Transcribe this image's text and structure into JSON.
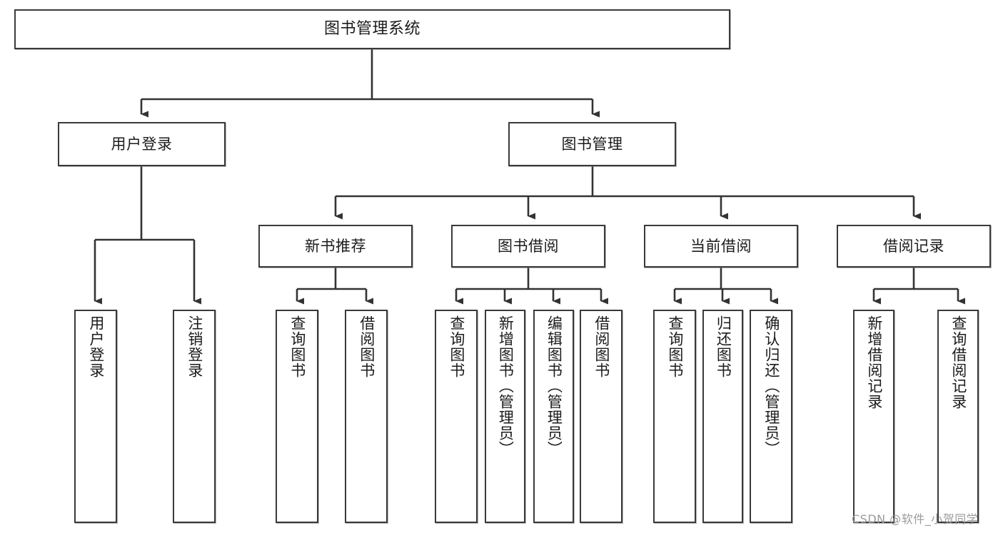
{
  "diagram": {
    "type": "tree-hierarchy-chart",
    "title": "图书管理系统",
    "watermark": "CSDN @软件_小贺同学",
    "colors": {
      "box_border": "#3a3a3a",
      "box_fill": "#ffffff",
      "connector": "#333333",
      "text": "#1b1b1b",
      "watermark": "#9a9a9a",
      "background": "#ffffff"
    },
    "nodes": {
      "root": {
        "label": "图书管理系统"
      },
      "level2": [
        {
          "label": "用户登录"
        },
        {
          "label": "图书管理"
        }
      ],
      "level3": [
        {
          "label": "新书推荐"
        },
        {
          "label": "图书借阅"
        },
        {
          "label": "当前借阅"
        },
        {
          "label": "借阅记录"
        }
      ],
      "leaves": {
        "user_login": [
          {
            "label": "用户登录"
          },
          {
            "label": "注销登录"
          }
        ],
        "new_book_recommend": [
          {
            "label": "查询图书"
          },
          {
            "label": "借阅图书"
          }
        ],
        "book_borrow": [
          {
            "label": "查询图书"
          },
          {
            "label": "新增图书（管理员）"
          },
          {
            "label": "编辑图书（管理员）"
          },
          {
            "label": "借阅图书"
          }
        ],
        "current_borrow": [
          {
            "label": "查询图书"
          },
          {
            "label": "归还图书"
          },
          {
            "label": "确认归还（管理员）"
          }
        ],
        "borrow_record": [
          {
            "label": "新增借阅记录"
          },
          {
            "label": "查询借阅记录"
          }
        ]
      }
    }
  }
}
